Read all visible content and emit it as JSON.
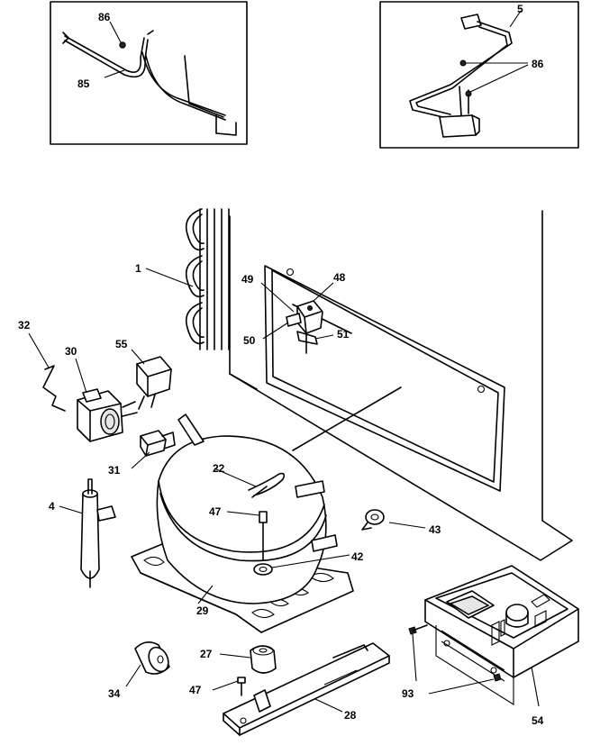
{
  "labels": {
    "p1": "1",
    "p4": "4",
    "p5": "5",
    "p22": "22",
    "p27": "27",
    "p28": "28",
    "p29": "29",
    "p30": "30",
    "p31": "31",
    "p32": "32",
    "p34": "34",
    "p42": "42",
    "p43": "43",
    "p47a": "47",
    "p47b": "47",
    "p48": "48",
    "p49": "49",
    "p50": "50",
    "p51": "51",
    "p54": "54",
    "p55": "55",
    "p85": "85",
    "p86a": "86",
    "p86b": "86",
    "p93": "93"
  }
}
